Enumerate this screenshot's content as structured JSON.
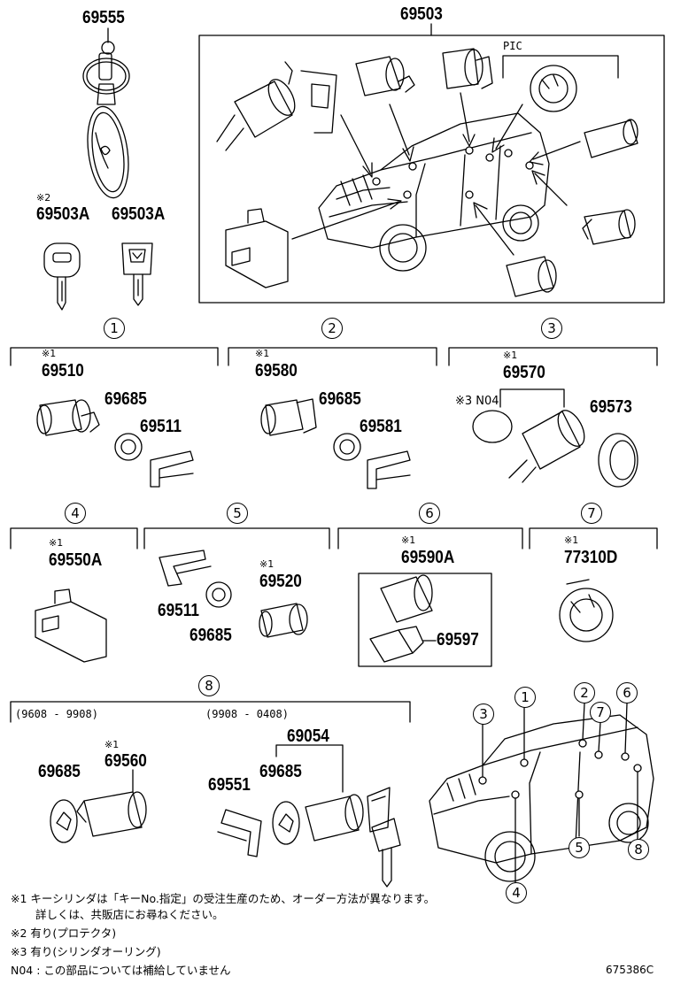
{
  "parts": {
    "p69555": "69555",
    "p69503": "69503",
    "pic": "PIC",
    "p69503a_1": "69503A",
    "p69503a_2": "69503A",
    "mark2": "※2",
    "p69510": "69510",
    "p69685_1": "69685",
    "p69511_1": "69511",
    "p69580": "69580",
    "p69685_2": "69685",
    "p69581": "69581",
    "p69570": "69570",
    "n04": "※3 N04",
    "p69573": "69573",
    "p69550a": "69550A",
    "p69511_2": "69511",
    "p69685_3": "69685",
    "p69520": "69520",
    "p69590a": "69590A",
    "p69597": "69597",
    "p77310d": "77310D",
    "p69685_4": "69685",
    "p69560": "69560",
    "p69054": "69054",
    "p69551": "69551",
    "p69685_5": "69685",
    "mark1": "※1"
  },
  "groups": {
    "g1": "1",
    "g2": "2",
    "g3": "3",
    "g4": "4",
    "g5": "5",
    "g6": "6",
    "g7": "7",
    "g8": "8"
  },
  "date_ranges": {
    "range_a": "(9608 - 9908)",
    "range_b": "(9908 - 0408)"
  },
  "notes": {
    "n1_line1": "※1 キーシリンダは「キーNo.指定」の受注生産のため、オーダー方法が異なります。",
    "n1_line2": "詳しくは、共販店にお尋ねください。",
    "n2": "※2 有り(プロテクタ)",
    "n3": "※3 有り(シリンダオーリング)",
    "n04": "N04 : この部品については補給していません"
  },
  "diagram_code": "675386C"
}
